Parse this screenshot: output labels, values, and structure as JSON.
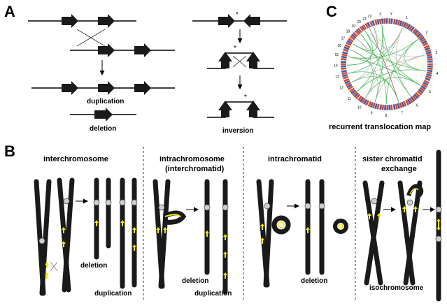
{
  "panels": {
    "A": {
      "letter": "A",
      "labels": {
        "duplication": "duplication",
        "deletion": "deletion",
        "inversion": "inversion"
      }
    },
    "B": {
      "letter": "B",
      "sections": [
        {
          "title": "interchromosome",
          "labels": [
            "deletion",
            "duplication"
          ]
        },
        {
          "title": "intrachromosome",
          "subtitle": "(interchromatid)",
          "labels": [
            "deletion",
            "duplication"
          ]
        },
        {
          "title": "intrachromatid",
          "labels": [
            "deletion"
          ]
        },
        {
          "title": "sister chromatid",
          "subtitle": "exchange",
          "labels": [
            "isochromosome"
          ]
        }
      ]
    },
    "C": {
      "letter": "C",
      "caption": "recurrent translocation map",
      "chromosome_labels": [
        "1",
        "2",
        "3",
        "4",
        "5",
        "6",
        "7",
        "8",
        "9",
        "10",
        "11",
        "12",
        "13",
        "14",
        "15",
        "16",
        "17",
        "18",
        "19",
        "20",
        "21",
        "22",
        "X",
        "Y"
      ]
    }
  },
  "colors": {
    "chromosome": "#1a1a1a",
    "arrow": "#f2e600",
    "centromere": "#cfcfcf",
    "circos_red": "#d9482b",
    "circos_blue": "#3a5fb0",
    "link_green": "#3cb44b",
    "link_gray": "#b5b5b5",
    "link_red": "#b03030"
  }
}
